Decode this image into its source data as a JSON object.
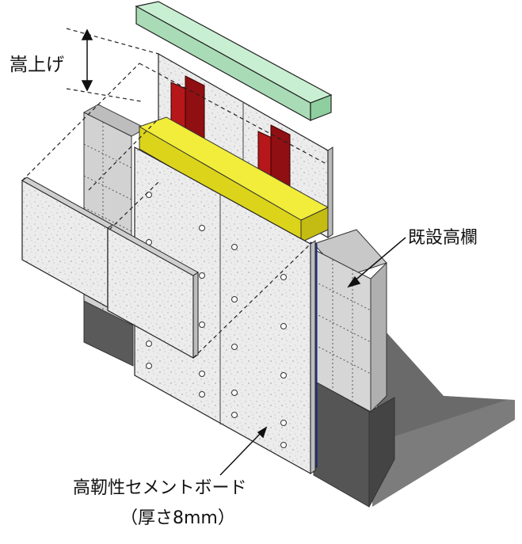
{
  "labels": {
    "raise_height": "嵩上げ",
    "existing_parapet": "既設高欄",
    "board_name": "高靭性セメントボード",
    "board_thickness": "（厚さ8mm）"
  },
  "colors": {
    "green_cap": "#bfe8c8",
    "red_column": "#b8171b",
    "yellow_beam": "#ece81f",
    "parapet_face": "#d5d5d5",
    "parapet_dark": "#5c5c5c",
    "base_shadow": "#787878",
    "board_face": "#ececec",
    "blue_edge": "#2c3e9e"
  }
}
